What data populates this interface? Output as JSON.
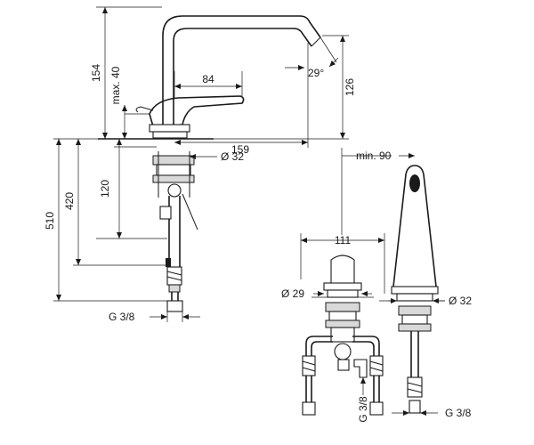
{
  "dims": {
    "d154": "154",
    "max40": "max. 40",
    "d84": "84",
    "angle29": "29°",
    "d126": "126",
    "d159": "159",
    "dia32_left": "Ø 32",
    "d120": "120",
    "d420": "420",
    "d510": "510",
    "g38_left": "G 3/8",
    "min90": "min. 90",
    "d111": "111",
    "dia29": "Ø 29",
    "dia32_right": "Ø 32",
    "g38_vertical": "G 3/8",
    "g38_right": "G 3/8"
  }
}
